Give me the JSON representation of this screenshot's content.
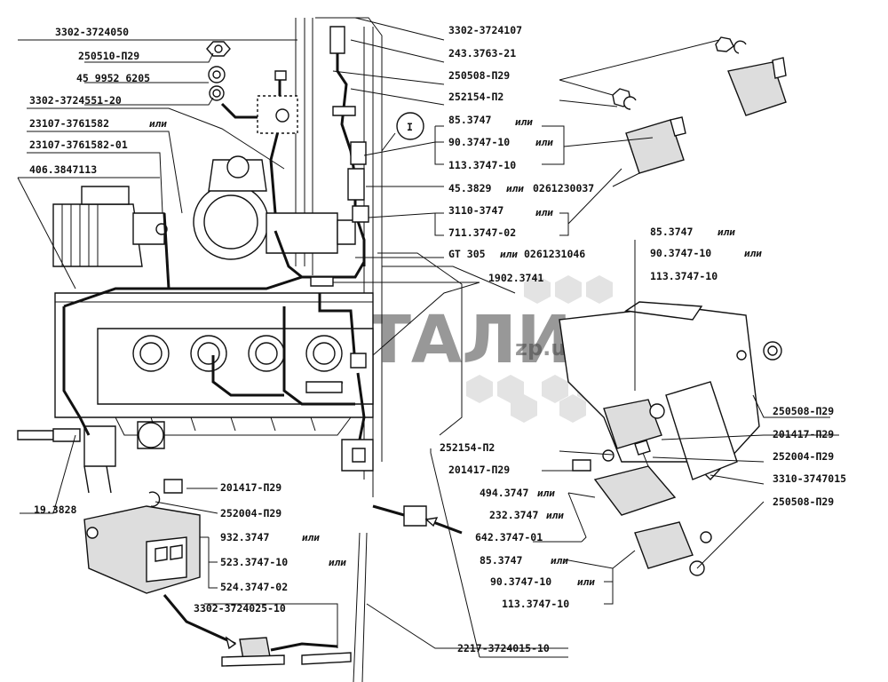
{
  "callout": "I",
  "watermark": {
    "main": "ДЕТАЛИ",
    "suffix": "zp.ua"
  },
  "alt_word": "или",
  "labels": {
    "l1": "3302-3724050",
    "l2": "250510-П29",
    "l3": "45 9952 6205",
    "l4": "3302-3724551-20",
    "l5": "23107-3761582",
    "l6": "23107-3761582-01",
    "l7": "406.3847113",
    "l8": "19.3828",
    "l9": "201417-П29",
    "l10": "252004-П29",
    "l11": "932.3747",
    "l12": "523.3747-10",
    "l13": "524.3747-02",
    "l14": "3302-3724025-10",
    "r1": "3302-3724107",
    "r2": "243.3763-21",
    "r3": "250508-П29",
    "r4": "252154-П2",
    "r5": "85.3747",
    "r6": "90.3747-10",
    "r7": "113.3747-10",
    "r8": "45.3829",
    "r8b": "0261230037",
    "r9": "3110-3747",
    "r10": "711.3747-02",
    "r11": "GT 305",
    "r11b": "0261231046",
    "r12": "1902.3741",
    "g1": "85.3747",
    "g2": "90.3747-10",
    "g3": "113.3747-10",
    "b1": "250508-П29",
    "b2": "201417-П29",
    "b3": "252004-П29",
    "b4": "3310-3747015",
    "b5": "250508-П29",
    "m1": "252154-П2",
    "m2": "201417-П29",
    "m3": "494.3747",
    "m4": "232.3747",
    "m5": "642.3747-01",
    "m6": "85.3747",
    "m7": "90.3747-10",
    "m8": "113.3747-10",
    "m9": "2217-3724015-10"
  }
}
